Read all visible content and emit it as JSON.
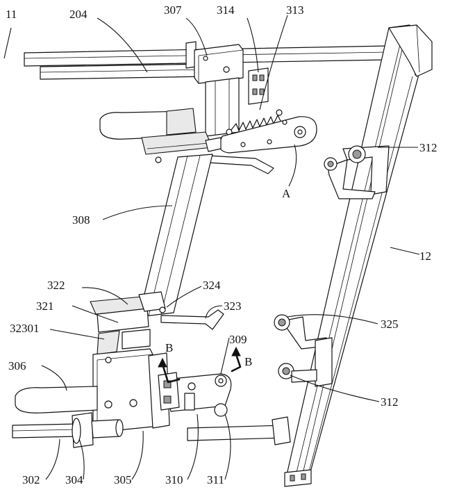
{
  "labels": {
    "l11": "11",
    "l204": "204",
    "l307": "307",
    "l314": "314",
    "l313": "313",
    "l312a": "312",
    "lA": "A",
    "l308": "308",
    "l12": "12",
    "l322": "322",
    "l324": "324",
    "l321": "321",
    "l323": "323",
    "l325": "325",
    "l32301": "32301",
    "l309": "309",
    "lB1": "B",
    "lB2": "B",
    "l306": "306",
    "l312b": "312",
    "l302": "302",
    "l304": "304",
    "l305": "305",
    "l310": "310",
    "l311": "311"
  }
}
